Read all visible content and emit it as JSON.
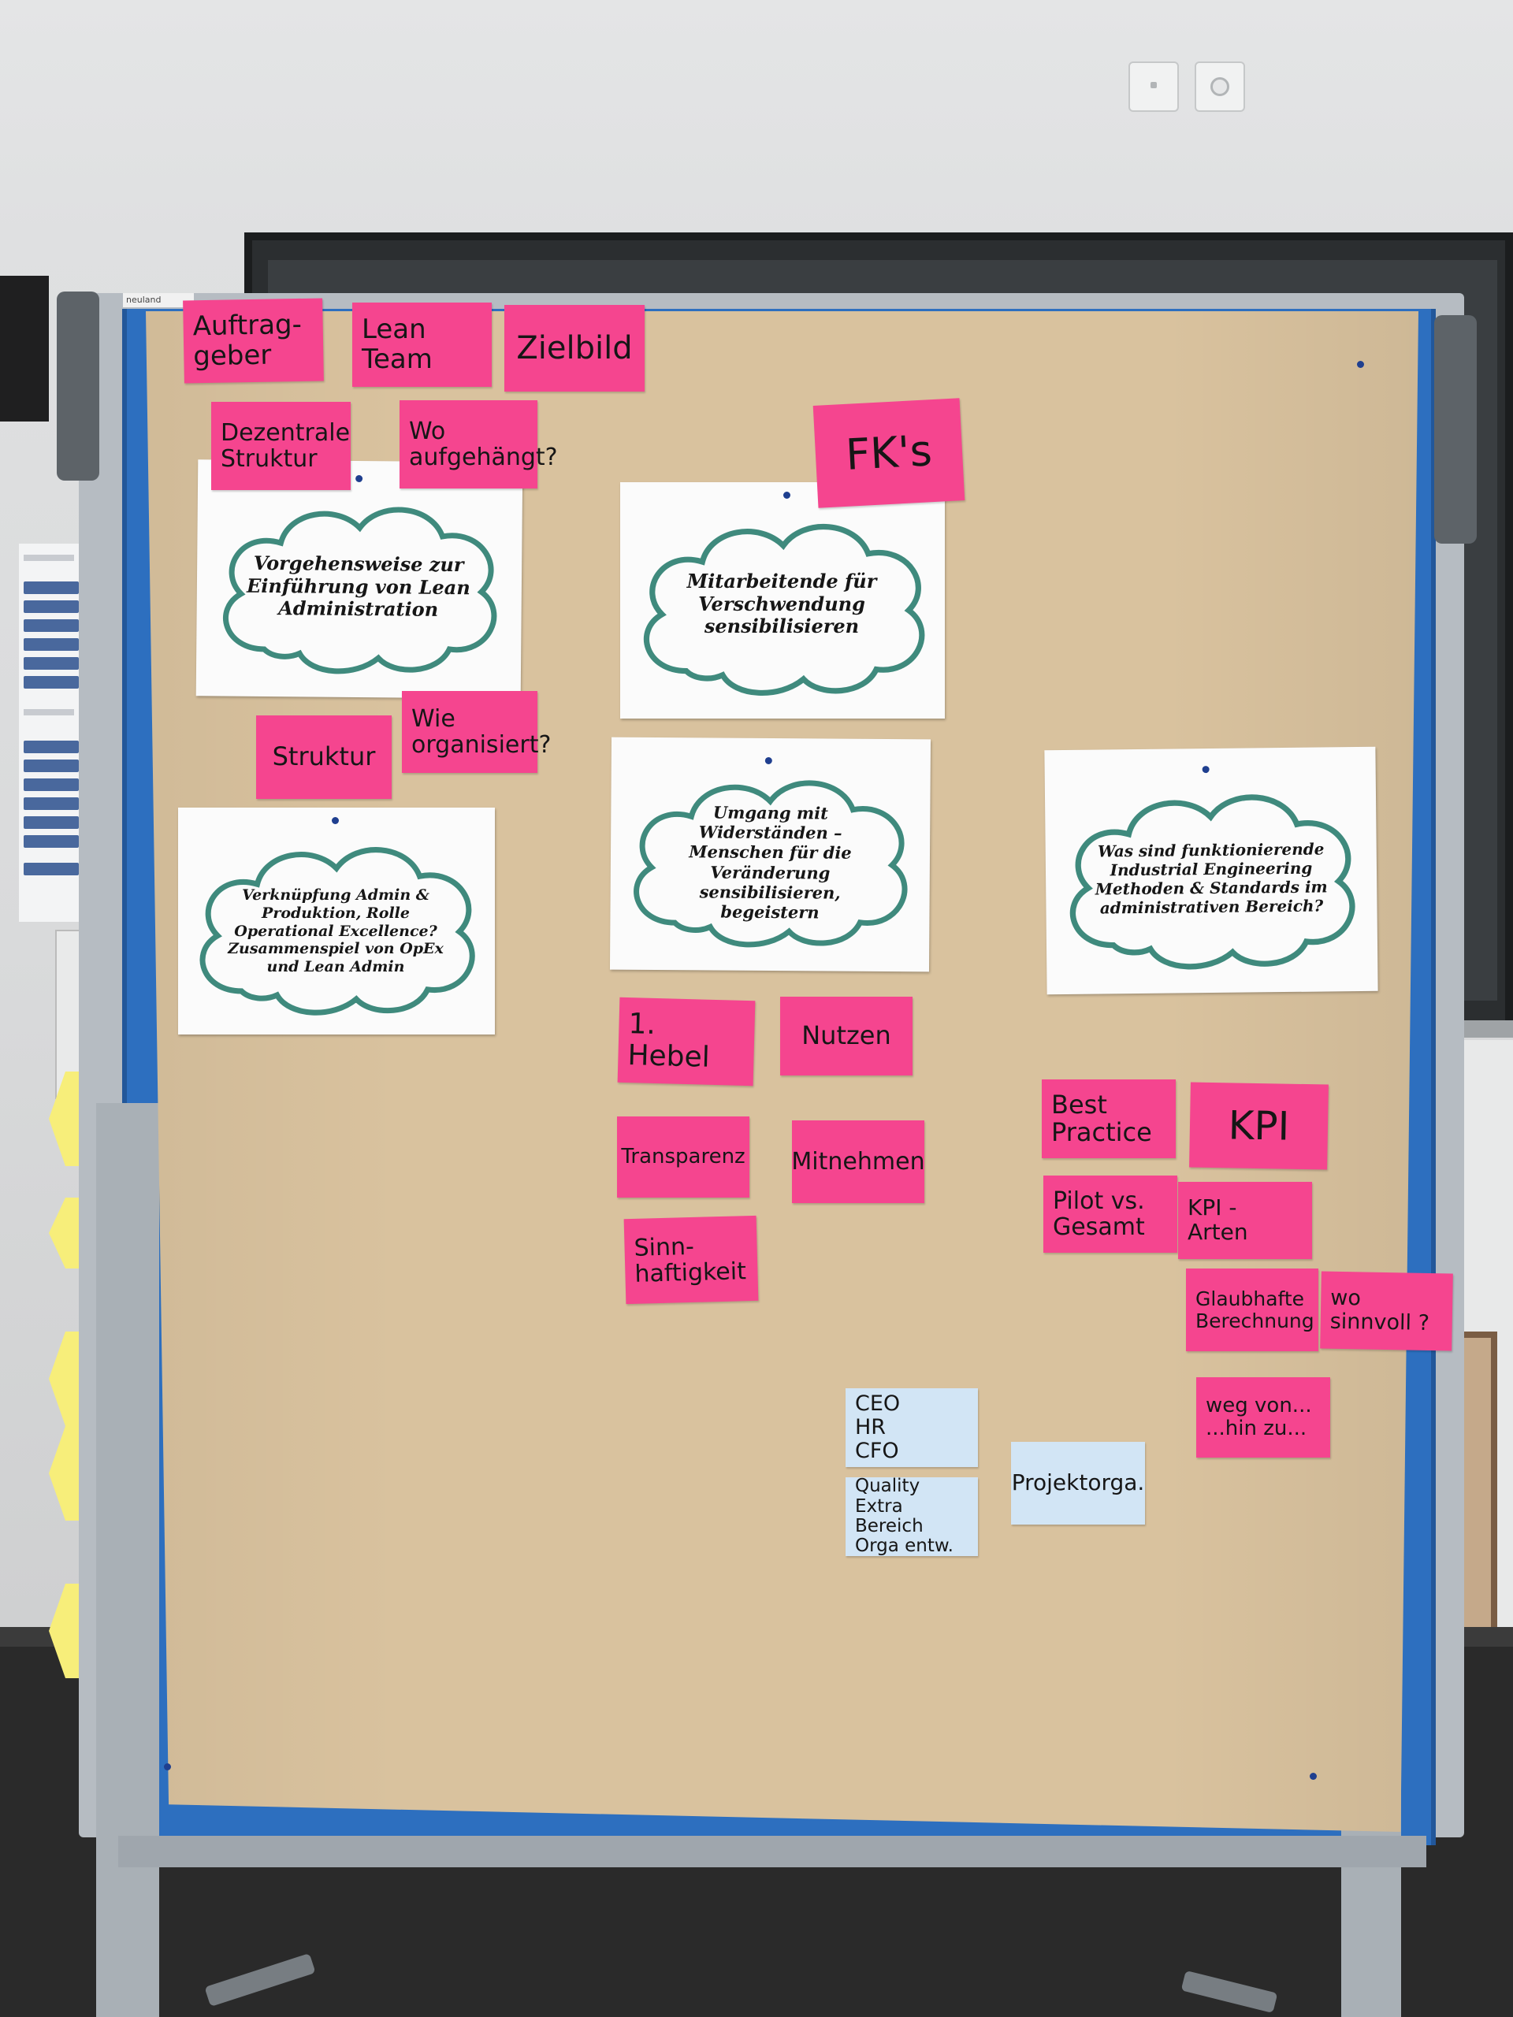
{
  "board_brand": "neuland",
  "cards": [
    {
      "id": "vorgehensweise",
      "text": "Vorgehensweise zur Einführung von Lean Administration"
    },
    {
      "id": "mitarbeitende",
      "text": "Mitarbeitende für Verschwendung sensibilisieren"
    },
    {
      "id": "verknuepfung",
      "text": "Verknüpfung Admin & Produktion, Rolle Operational Excellence? Zusammenspiel von OpEx und Lean Admin"
    },
    {
      "id": "umgang",
      "text": "Umgang mit Widerständen – Menschen für die Veränderung sensibilisieren, begeistern"
    },
    {
      "id": "industrial",
      "text": "Was sind funktionierende Industrial Engineering Methoden & Standards im administrativen Bereich?"
    }
  ],
  "notes": {
    "auftraggeber": "Auftrag-\ngeber",
    "lean_team": "Lean\nTeam",
    "zielbild": "Zielbild",
    "dezentrale": "Dezentrale\nStruktur",
    "wo_aufgehaengt": "Wo\naufgehängt?",
    "fks": "FK's",
    "struktur": "Struktur",
    "wie_organisiert": "Wie\norganisiert?",
    "hebel": "1. Hebel",
    "nutzen": "Nutzen",
    "transparenz": "Transparenz",
    "mitnehmen": "Mitnehmen",
    "sinnhaftigkeit": "Sinn-\nhaftigkeit",
    "best_practice": "Best\nPractice",
    "kpi": "KPI",
    "pilot": "Pilot vs.\nGesamt",
    "kpi_arten": "KPI - Arten",
    "glaubhafte": "Glaubhafte\nBerechnung",
    "wo_sinnvoll": "wo\nsinnvoll ?",
    "weg_von": "weg von...\n...hin zu...",
    "ceo": "CEO\nHR\nCFO",
    "quality": "Quality\nExtra Bereich\nOrga entw.",
    "projektorga": "Projektorga."
  },
  "colors": {
    "pink_note": "#f5458f",
    "blue_note": "#d2e5f5",
    "cloud_outline": "#3f8a7d",
    "kraft_paper": "#d9c29e",
    "board_blue": "#2d6fbf"
  }
}
